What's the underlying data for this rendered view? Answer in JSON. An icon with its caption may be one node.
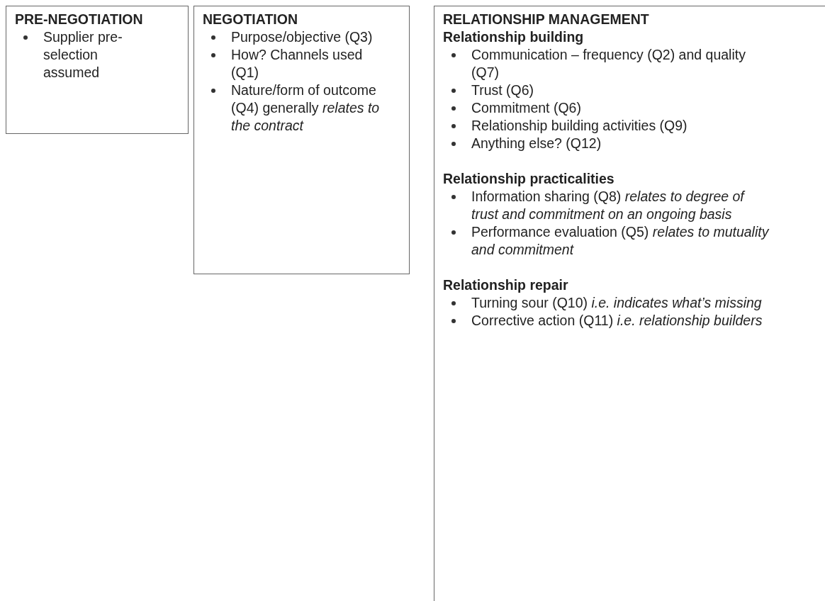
{
  "diagram": {
    "nodes": [
      {
        "text": [
          "PRE-NEGOTIATION",
          "Supplier pre-selection assumed"
        ]
      },
      {
        "text": [
          "NEGOTIATION",
          "Purpose/objective (Q3)",
          "How? Channels used (Q1)",
          "Nature/form of outcome (Q4) generally *relates to the contract*"
        ]
      },
      {
        "text": [
          "RELATIONSHIP MANAGEMENT",
          "Relationship building",
          "Communication – frequency (Q2) and quality (Q7)",
          "Trust (Q6)",
          "Commitment (Q6)",
          "Relationship building activities (Q9)",
          "Anything else? (Q12)",
          "Relationship practicalities",
          "Information sharing (Q8) *relates to degree of trust and commitment on an ongoing basis*",
          "Performance evaluation (Q5) *relates to mutuality and commitment*",
          "Relationship repair",
          "Turning sour (Q10) *i.e. indicates what’s missing*",
          "Corrective action (Q11) *i.e. relationship builders*"
        ]
      }
    ]
  }
}
